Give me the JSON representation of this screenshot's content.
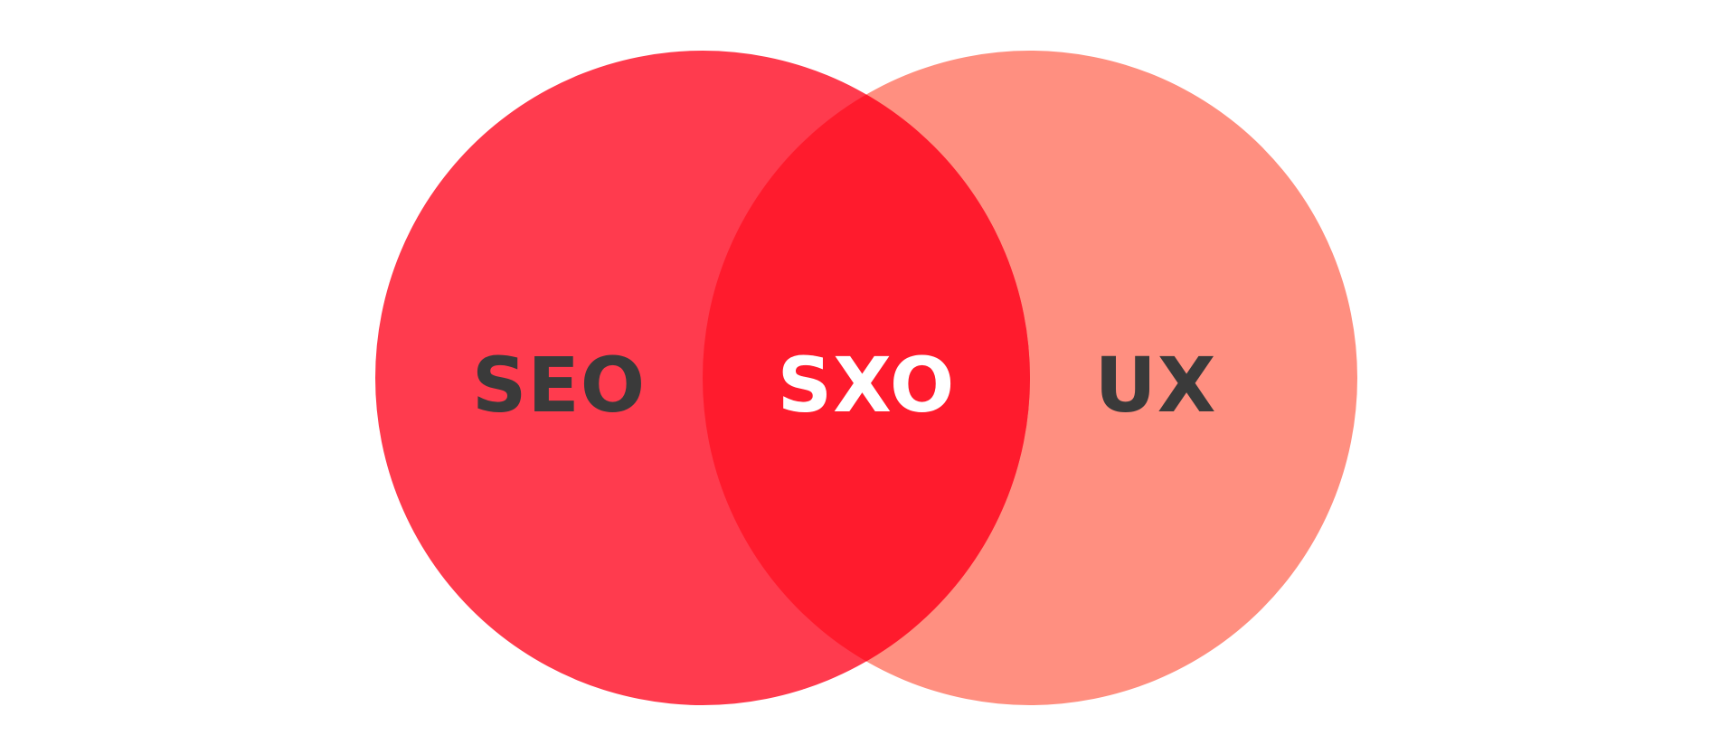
{
  "diagram": {
    "circles": [
      {
        "id": "seo",
        "label": "SEO",
        "fill": "#ff3b4e",
        "label_color": "#3a3a3a"
      },
      {
        "id": "ux",
        "label": "UX",
        "fill": "#ff8f80",
        "label_color": "#3a3a3a"
      }
    ],
    "intersection": {
      "label": "SXO",
      "fill": "#ff1b2d",
      "label_color": "#ffffff"
    }
  }
}
